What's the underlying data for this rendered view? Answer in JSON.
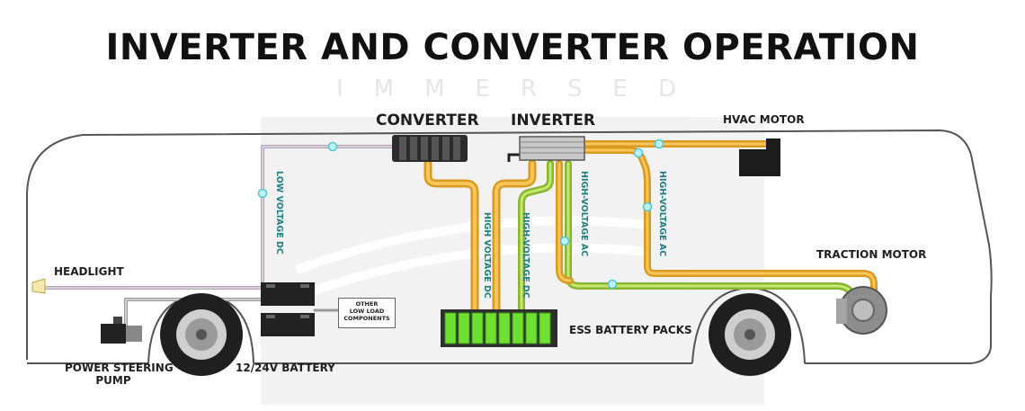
{
  "title": "INVERTER AND CONVERTER OPERATION",
  "watermark": "IMMERSED",
  "labels": {
    "converter": "CONVERTER",
    "inverter": "INVERTER",
    "hvac_motor": "HVAC MOTOR",
    "traction_motor": "TRACTION MOTOR",
    "headlight": "HEADLIGHT",
    "power_steering_pump_line1": "POWER STEERING",
    "power_steering_pump_line2": "PUMP",
    "battery_12_24": "12/24V BATTERY",
    "ess_battery_packs": "ESS BATTERY PACKS",
    "other_low_load_line1": "OTHER",
    "other_low_load_line2": "LOW LOAD",
    "other_low_load_line3": "COMPONENTS"
  },
  "wire_labels": {
    "low_voltage_dc": "LOW VOLTAGE DC",
    "high_voltage_dc_1": "HIGH VOLTAGE DC",
    "high_voltage_dc_2": "HIGH-VOLTAGE DC",
    "high_voltage_ac_1": "HIGH-VOLTAGE AC",
    "high_voltage_ac_2": "HIGH-VOLTAGE AC"
  },
  "colors": {
    "hv_dc_wire": "#f2b233",
    "hv_ac_wire": "#9ccc3c",
    "lv_wire": "#c9b8c9",
    "battery_green": "#5fd12b",
    "node_cyan": "#7fdde6",
    "wire_label_teal": "#1d7f80"
  }
}
